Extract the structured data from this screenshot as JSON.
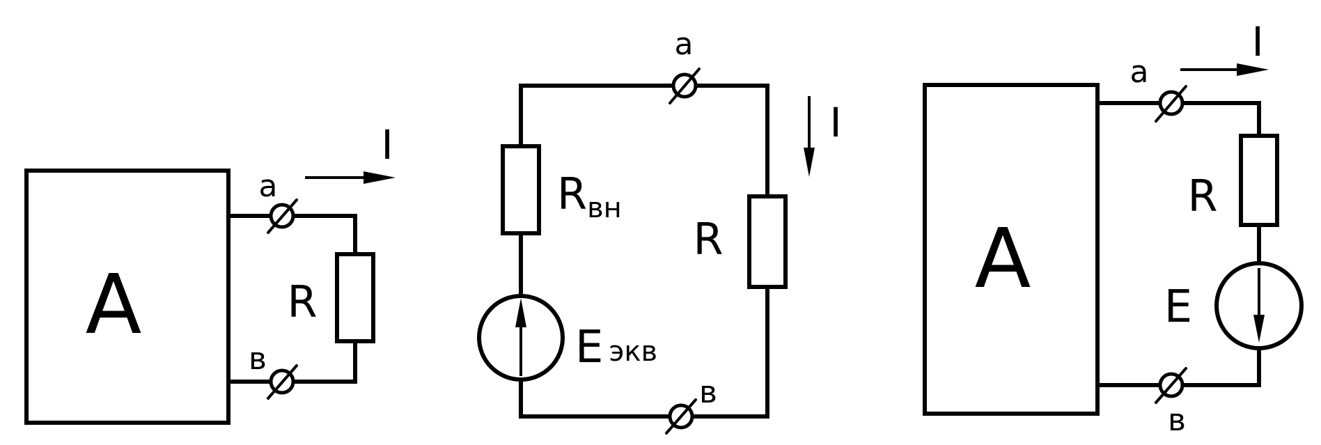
{
  "diagrams": [
    {
      "id": "network-with-load",
      "labels": {
        "network": "A",
        "node_a": "a",
        "node_b": "в",
        "resistor": "R",
        "current": "I"
      }
    },
    {
      "id": "equivalent-circuit",
      "labels": {
        "node_a": "a",
        "node_b": "в",
        "internal_resistor": "R",
        "internal_resistor_sub": "вн",
        "load_resistor": "R",
        "source": "E",
        "source_sub": "экв",
        "current": "I"
      }
    },
    {
      "id": "network-with-compensating-emf",
      "labels": {
        "network": "A",
        "node_a": "a",
        "node_b": "в",
        "resistor": "R",
        "source": "E",
        "current": "I"
      }
    }
  ]
}
